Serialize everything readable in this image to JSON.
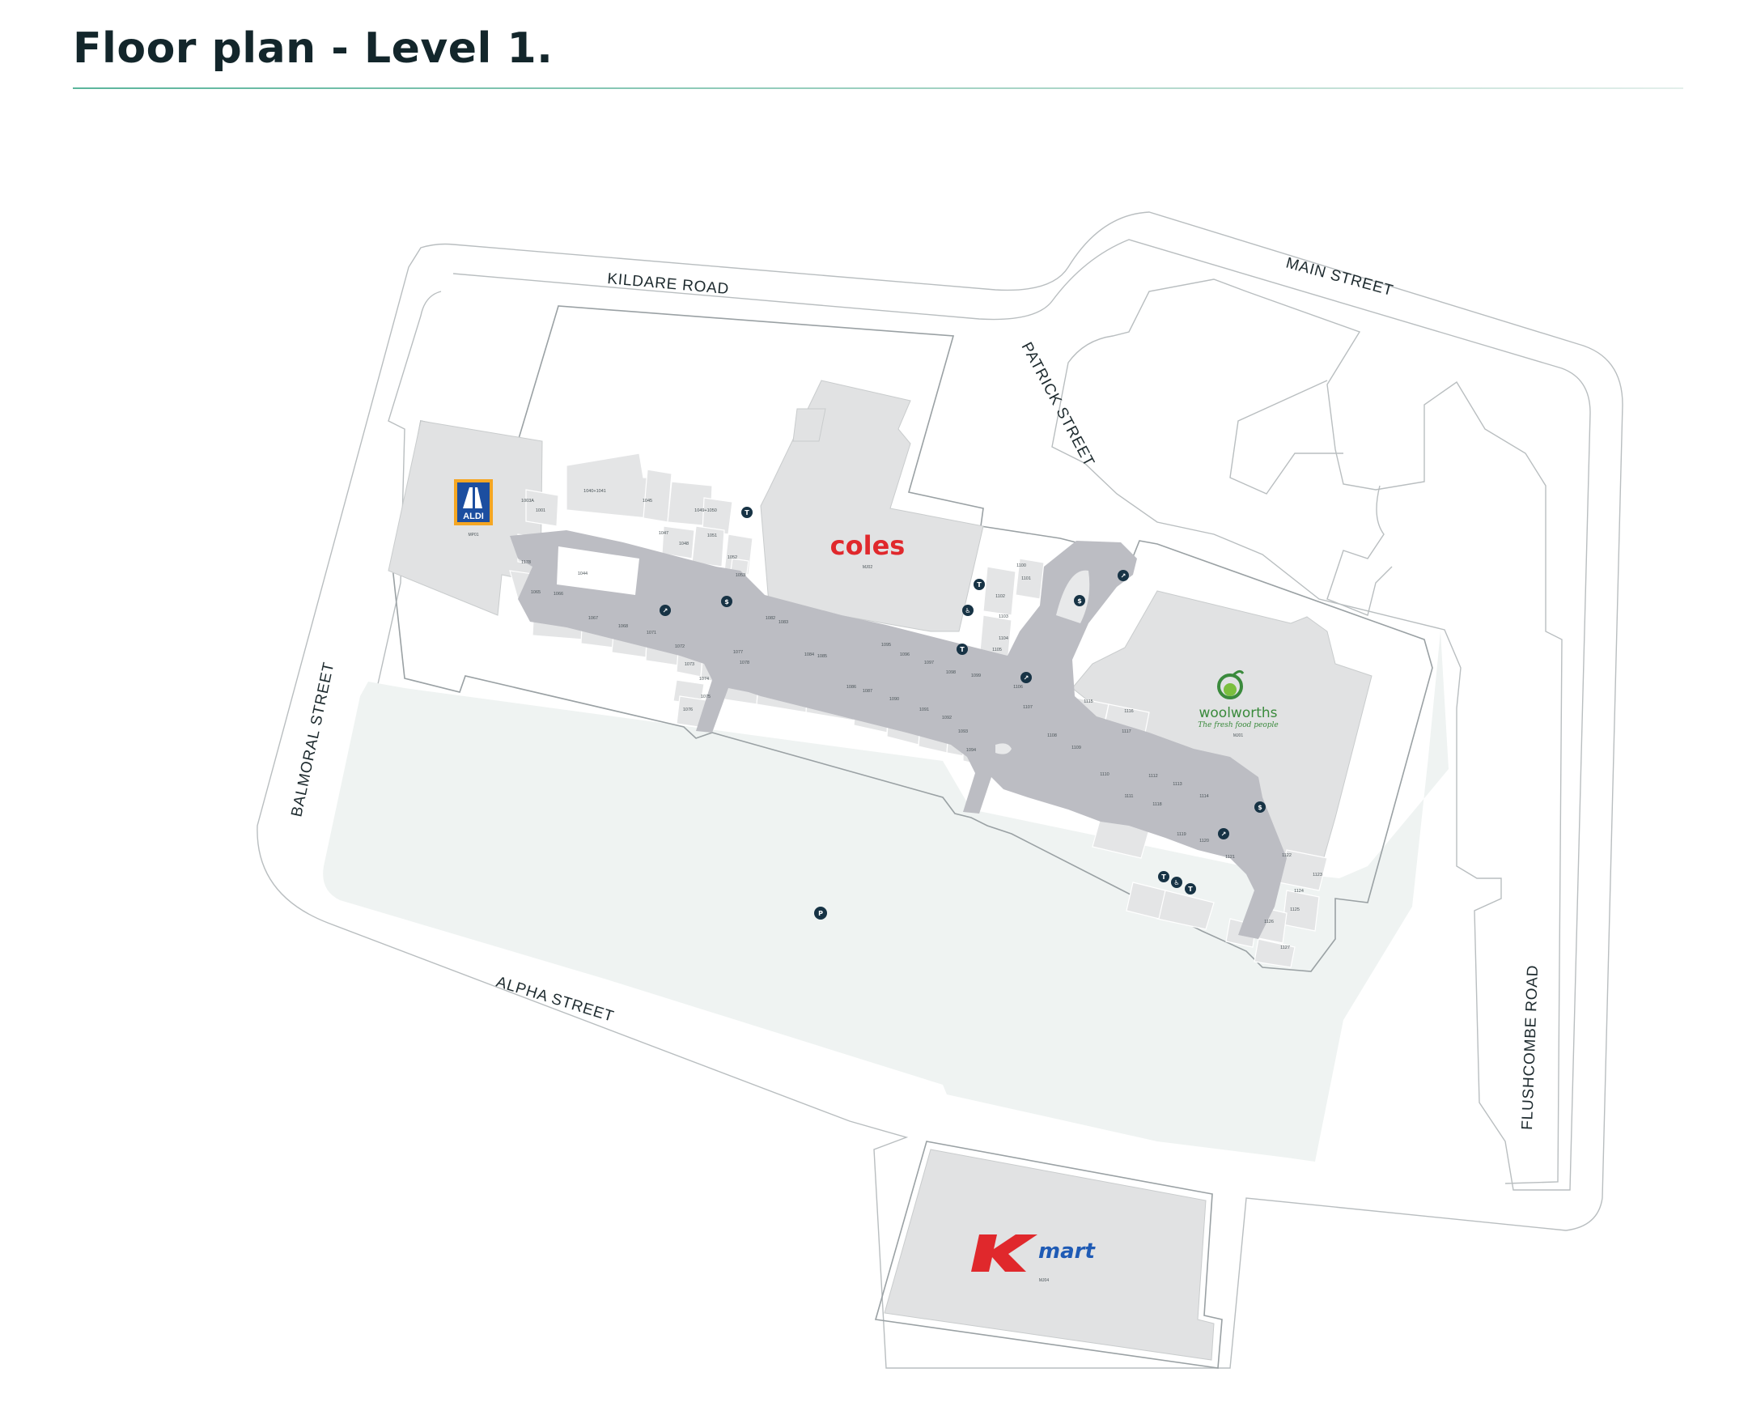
{
  "page": {
    "title": "Floor plan - Level 1."
  },
  "streets": {
    "kildare": "KILDARE ROAD",
    "main": "MAIN STREET",
    "patrick": "PATRICK STREET",
    "balmoral": "BALMORAL STREET",
    "alpha": "ALPHA STREET",
    "flushcombe": "FLUSHCOMBE ROAD"
  },
  "anchors": {
    "aldi": {
      "logo_text": "ALDI",
      "unit": "MP01",
      "color": "#1c4ea0",
      "accent": "#f5a623"
    },
    "coles": {
      "logo_text": "coles",
      "unit": "MJ02",
      "color": "#e0282c"
    },
    "woolworths": {
      "logo_text": "woolworths",
      "tagline": "The fresh food people",
      "unit": "MJ01",
      "color": "#3a8a3c"
    },
    "kmart": {
      "logo_text": "Kmart",
      "unit": "MJ04",
      "color_k": "#e0282c",
      "color_mart": "#1f5bb5"
    }
  },
  "units": [
    "1001",
    "1003A",
    "1178",
    "1040+1041",
    "1044",
    "1045",
    "1047",
    "1048",
    "1049+1050",
    "1051",
    "1052",
    "1053",
    "1065",
    "1066",
    "1067",
    "1068",
    "1071",
    "1072",
    "1073",
    "1074",
    "1075",
    "1076",
    "1077",
    "1078",
    "1082",
    "1083",
    "1084",
    "1085",
    "1086",
    "1087",
    "1090",
    "1091",
    "1092",
    "1093",
    "1094",
    "1095",
    "1096",
    "1097",
    "1098",
    "1099",
    "1100",
    "1101",
    "1102",
    "1103",
    "1104",
    "1105",
    "1106",
    "1107",
    "1108",
    "1109",
    "1110",
    "1111",
    "1112",
    "1113",
    "1114",
    "1115",
    "1116",
    "1117",
    "1118",
    "1119",
    "1120",
    "1121",
    "1122",
    "1123",
    "1124",
    "1125",
    "1126",
    "1127"
  ],
  "icons": {
    "parking": "P",
    "toilets": "T",
    "parents": "♿",
    "escalator": "↗",
    "atm": "$"
  }
}
